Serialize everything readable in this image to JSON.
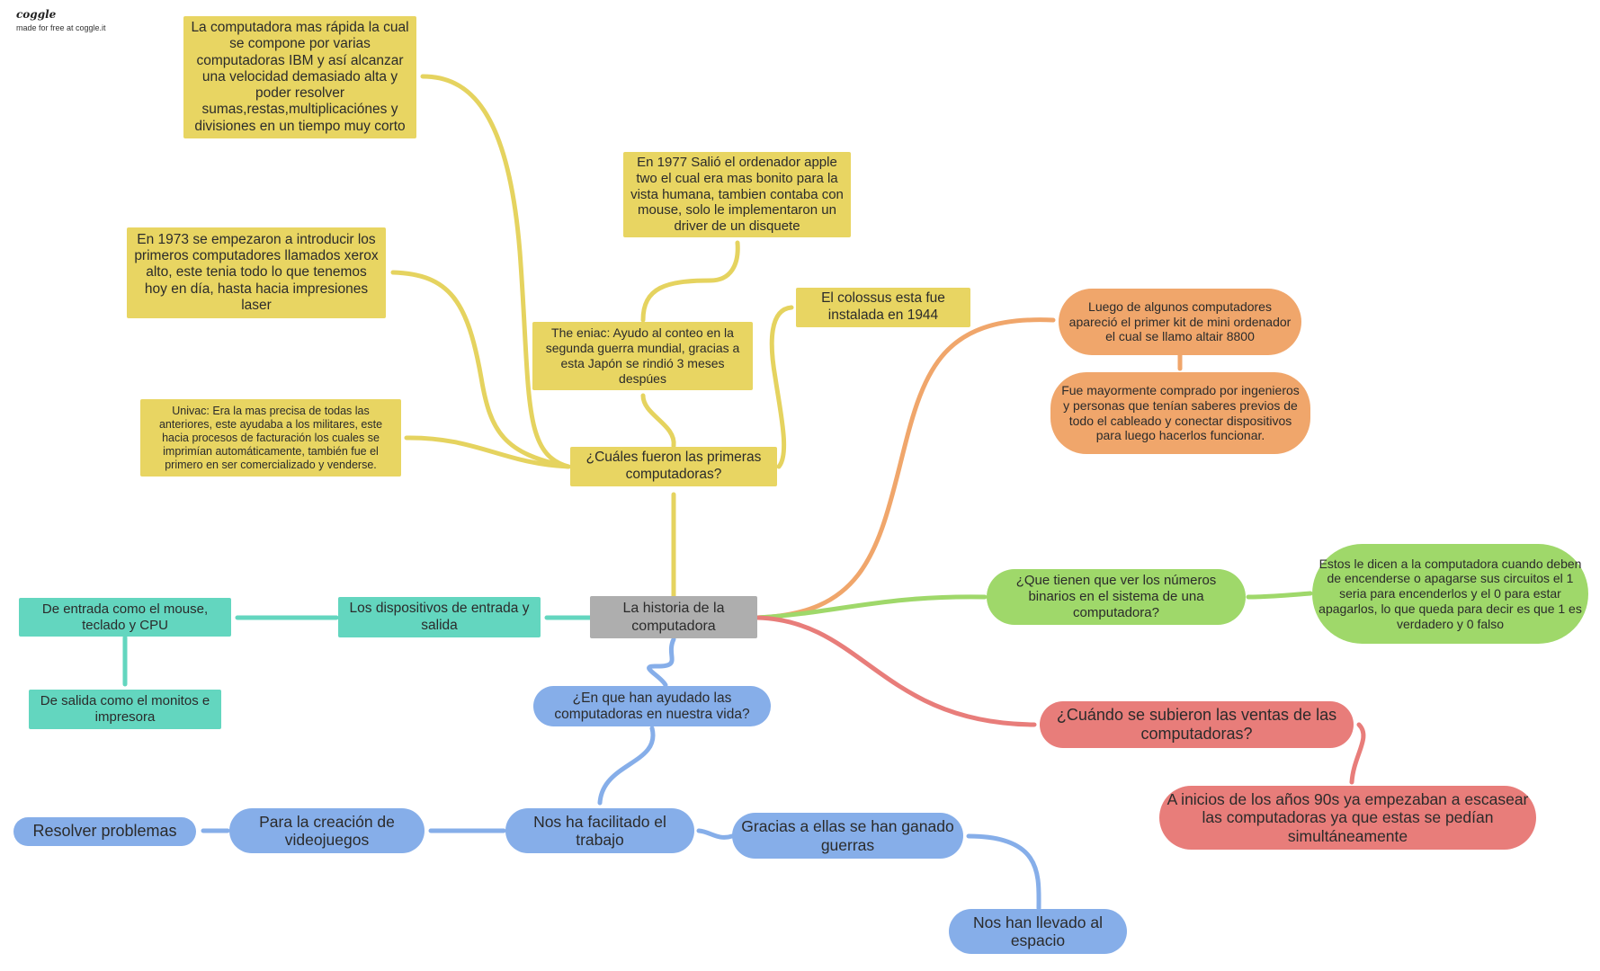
{
  "brand": {
    "name": "coggle",
    "tagline": "made for free at coggle.it"
  },
  "colors": {
    "yellow": "#e8d562",
    "yellow_line": "#e5d35f",
    "teal": "#63d6bf",
    "gray": "#aeaeae",
    "orange": "#f0a66b",
    "green": "#9fd86a",
    "red": "#e87d7a",
    "blue": "#86aee9"
  },
  "nodes": {
    "root": "La historia de la computadora",
    "q_first": "¿Cuáles fueron las primeras computadoras?",
    "ibm": "La computadora mas rápida la cual se compone por varias computadoras IBM y así alcanzar una velocidad demasiado alta y poder resolver sumas,restas,multiplicaciónes y divisiones en un tiempo muy corto",
    "xerox": "En 1973 se empezaron a introducir los primeros computadores llamados xerox alto, este tenia todo lo que tenemos hoy en día, hasta hacia impresiones laser",
    "univac": "Univac: Era la mas precisa de todas las anteriores, este ayudaba a los militares, este hacia procesos de facturación los cuales se imprimían automáticamente, también fue el primero en ser comercializado y venderse.",
    "eniac": "The eniac: Ayudo al conteo en la segunda guerra mundial, gracias a esta Japón se rindió 3 meses despúes",
    "apple": "En 1977 Salió el ordenador apple two el cual era mas bonito para la vista humana, tambien contaba con mouse, solo le implementaron un driver de un disquete",
    "colossus": "El colossus esta fue instalada en 1944",
    "devices": "Los dispositivos de entrada y salida",
    "input": "De entrada como el mouse, teclado y CPU",
    "output": "De salida como el monitos e impresora",
    "altair": "Luego de algunos computadores apareció el primer kit de mini ordenador el cual se llamo altair 8800",
    "bought": "Fue mayormente comprado por ingenieros y personas que tenían saberes previos de todo el cableado y conectar dispositivos para luego hacerlos funcionar.",
    "binary_q": "¿Que tienen que ver los números binarios en el sistema de una computadora?",
    "binary_a": "Estos le dicen a la computadora cuando deben de encenderse o apagarse sus circuitos el 1 seria para encenderlos y el 0 para estar apagarlos, lo que queda para decir es que 1 es verdadero y 0 falso",
    "sales_q": "¿Cuándo se subieron las ventas de las computadoras?",
    "sales_a": "A inicios de los años 90s ya empezaban a escasear las computadoras ya que estas se pedían simultáneamente",
    "helped_q": "¿En que han ayudado las computadoras en nuestra vida?",
    "work": "Nos ha facilitado el trabajo",
    "games": "Para la creación de videojuegos",
    "problems": "Resolver problemas",
    "wars": "Gracias a ellas se han ganado guerras",
    "space": "Nos han llevado al espacio"
  }
}
